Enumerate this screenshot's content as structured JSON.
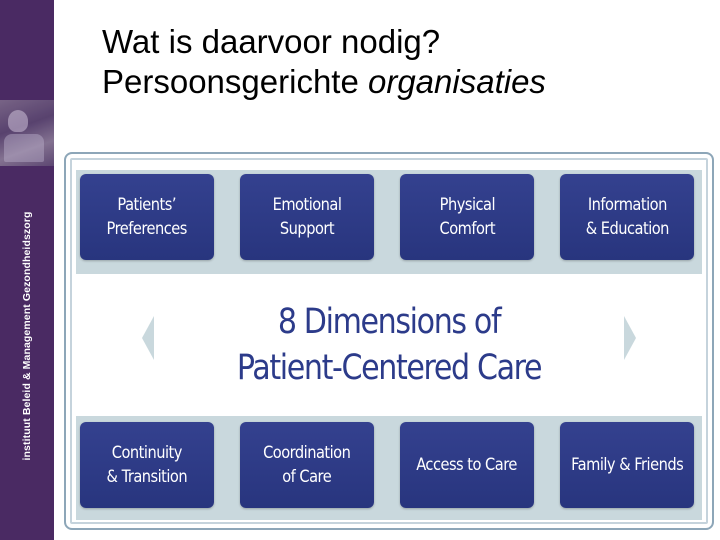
{
  "sidebar": {
    "vertical_text": "instituut Beleid & Management Gezondheidszorg",
    "color": "#4a2a63"
  },
  "title": {
    "line1": "Wat is daarvoor nodig?",
    "line2_plain": "Persoonsgerichte ",
    "line2_italic": "organisaties"
  },
  "diagram": {
    "center_line1": "8 Dimensions of",
    "center_line2": "Patient-Centered Care",
    "box_color": "#2f3c88",
    "band_color": "#c9d8dd",
    "top_boxes": [
      {
        "label": "Patients’\nPreferences"
      },
      {
        "label": "Emotional\nSupport"
      },
      {
        "label": "Physical\nComfort"
      },
      {
        "label": "Information\n& Education"
      }
    ],
    "bottom_boxes": [
      {
        "label": "Continuity\n& Transition"
      },
      {
        "label": "Coordination\nof Care"
      },
      {
        "label": "Access to Care"
      },
      {
        "label": "Family & Friends"
      }
    ]
  }
}
